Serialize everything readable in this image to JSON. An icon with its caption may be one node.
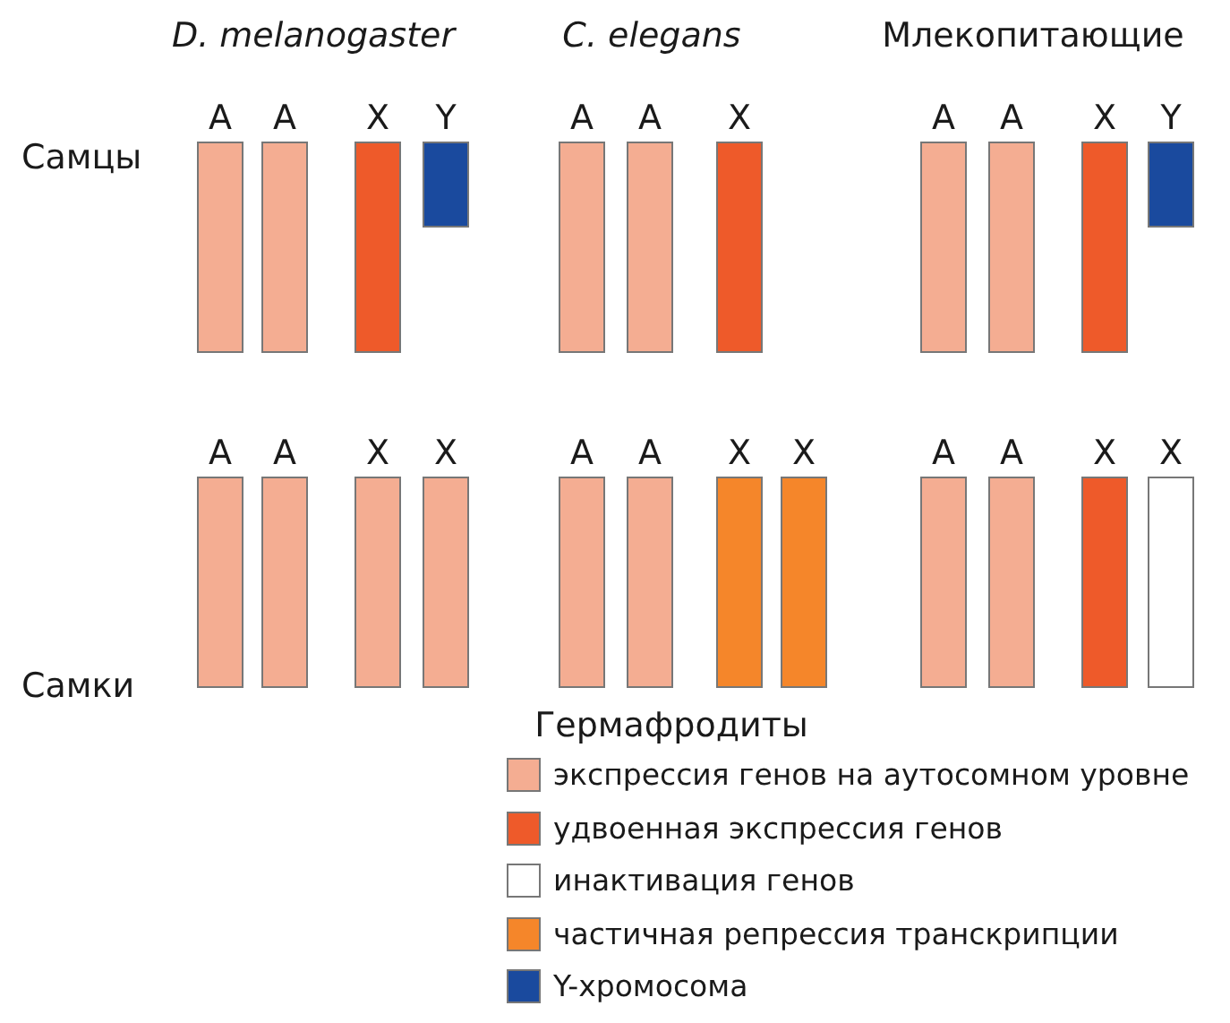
{
  "diagram": {
    "nodes": [
      {
        "text": [
          "A"
        ]
      },
      {
        "text": [
          "A"
        ]
      },
      {
        "text": [
          "X"
        ]
      },
      {
        "text": [
          "Y"
        ]
      },
      {
        "text": [
          "A"
        ]
      },
      {
        "text": [
          "A"
        ]
      },
      {
        "text": [
          "X"
        ]
      },
      {
        "text": [
          "A"
        ]
      },
      {
        "text": [
          "A"
        ]
      },
      {
        "text": [
          "X"
        ]
      },
      {
        "text": [
          "Y"
        ]
      },
      {
        "text": [
          "A"
        ]
      },
      {
        "text": [
          "A"
        ]
      },
      {
        "text": [
          "X"
        ]
      },
      {
        "text": [
          "X"
        ]
      },
      {
        "text": [
          "A"
        ]
      },
      {
        "text": [
          "A"
        ]
      },
      {
        "text": [
          "X"
        ]
      },
      {
        "text": [
          "X"
        ]
      },
      {
        "text": [
          "A"
        ]
      },
      {
        "text": [
          "A"
        ]
      },
      {
        "text": [
          "X"
        ]
      },
      {
        "text": [
          "X"
        ]
      }
    ],
    "labels": [
      "D. melanogaster",
      "C. elegans",
      "Млекопитающие",
      "Самцы",
      "Самки",
      "Гермафродиты"
    ],
    "legend": [
      {
        "text": "экспрессия генов на аутосомном уровне",
        "color": "#f4ad92"
      },
      {
        "text": "удвоенная экспрессия генов",
        "color": "#ee5a2a"
      },
      {
        "text": "инактивация генов",
        "color": "#ffffff"
      },
      {
        "text": "частичная репрессия транскрипции",
        "color": "#f5862a"
      },
      {
        "text": "Y-хромосома",
        "color": "#1a4a9e"
      }
    ]
  }
}
